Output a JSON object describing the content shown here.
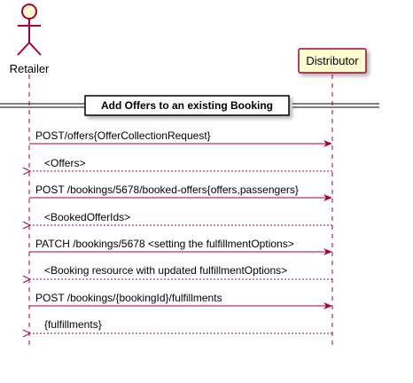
{
  "diagram": {
    "actor": {
      "label": "Retailer",
      "fill": "#FEFECE",
      "stroke": "#A80036"
    },
    "participant": {
      "label": "Distributor",
      "fill": "#FEFECE",
      "stroke": "#A80036"
    },
    "divider": {
      "label": "Add Offers to an existing Booking"
    },
    "lifeline_color": "#A80036",
    "arrow_color": "#A80036",
    "messages": [
      {
        "label": "POST/offers{OfferCollectionRequest}",
        "direction": "right",
        "style": "solid"
      },
      {
        "label": "<Offers>",
        "direction": "left",
        "style": "dashed"
      },
      {
        "label": "POST /bookings/5678/booked-offers{offers,passengers}",
        "direction": "right",
        "style": "solid"
      },
      {
        "label": "<BookedOfferIds>",
        "direction": "left",
        "style": "dashed"
      },
      {
        "label": "PATCH /bookings/5678 <setting the fulfillmentOptions>",
        "direction": "right",
        "style": "solid"
      },
      {
        "label": "<Booking resource with updated fulfillmentOptions>",
        "direction": "left",
        "style": "dashed"
      },
      {
        "label": "POST /bookings/{bookingId}/fulfillments",
        "direction": "right",
        "style": "solid"
      },
      {
        "label": "{fulfillments}",
        "direction": "left",
        "style": "dashed"
      }
    ]
  }
}
